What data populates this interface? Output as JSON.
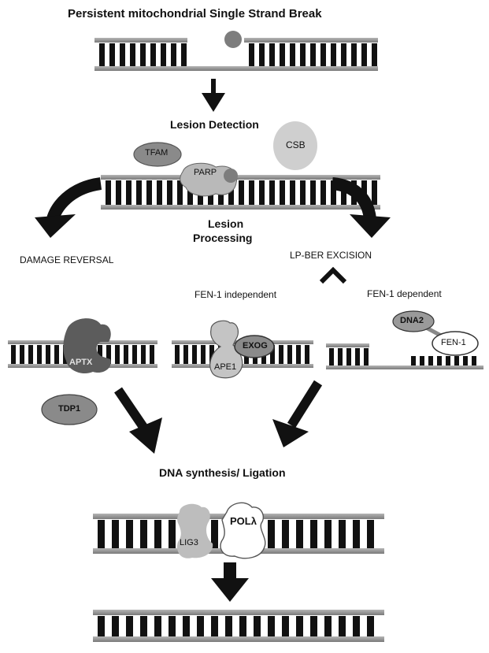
{
  "title": "Persistent mitochondrial Single Strand Break",
  "steps": {
    "detection": "Lesion Detection",
    "processing_line1": "Lesion",
    "processing_line2": "Processing",
    "synthesis": "DNA synthesis/ Ligation"
  },
  "branches": {
    "damage_reversal": "DAMAGE REVERSAL",
    "lp_ber": "LP-BER EXCISION",
    "fen1_independent": "FEN-1 independent",
    "fen1_dependent": "FEN-1 dependent"
  },
  "proteins": {
    "tfam": "TFAM",
    "csb": "CSB",
    "parp": "PARP",
    "aptx": "APTX",
    "tdp1": "TDP1",
    "exog": "EXOG",
    "ape1": "APE1",
    "dna2": "DNA2",
    "fen1": "FEN-1",
    "lig3": "LIG3",
    "pol_lambda": "POLλ"
  },
  "colors": {
    "backbone": "#8e8e8e",
    "rung": "#111111",
    "dark_protein": "#5a5a5a",
    "mid_protein": "#9a9a9a",
    "light_protein": "#c9c9c9",
    "arrow": "#111111"
  }
}
